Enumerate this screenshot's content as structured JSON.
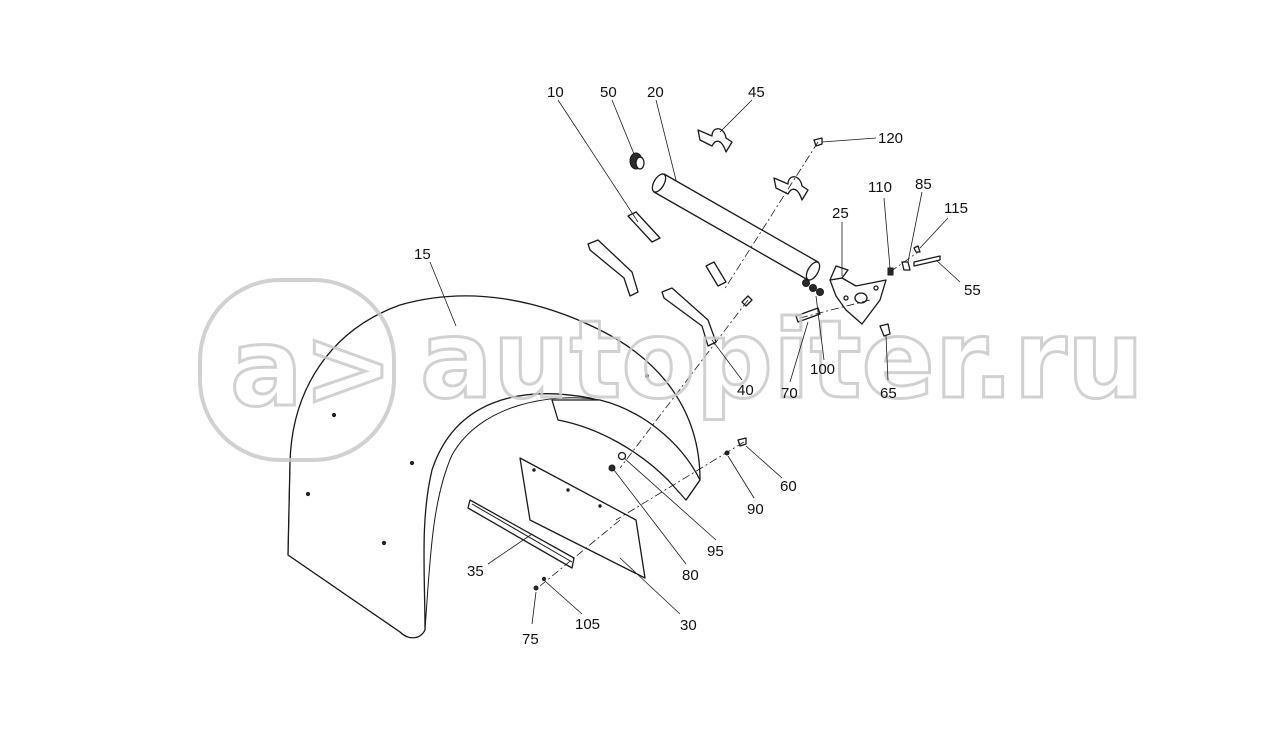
{
  "watermark": {
    "text": "autopiter.ru",
    "logo": "a>"
  },
  "callouts": [
    {
      "id": "c10",
      "label": "10"
    },
    {
      "id": "c50",
      "label": "50"
    },
    {
      "id": "c20",
      "label": "20"
    },
    {
      "id": "c45",
      "label": "45"
    },
    {
      "id": "c120",
      "label": "120"
    },
    {
      "id": "c110",
      "label": "110"
    },
    {
      "id": "c85",
      "label": "85"
    },
    {
      "id": "c115",
      "label": "115"
    },
    {
      "id": "c25",
      "label": "25"
    },
    {
      "id": "c55",
      "label": "55"
    },
    {
      "id": "c15",
      "label": "15"
    },
    {
      "id": "c40",
      "label": "40"
    },
    {
      "id": "c70",
      "label": "70"
    },
    {
      "id": "c100",
      "label": "100"
    },
    {
      "id": "c65",
      "label": "65"
    },
    {
      "id": "c60",
      "label": "60"
    },
    {
      "id": "c90",
      "label": "90"
    },
    {
      "id": "c95",
      "label": "95"
    },
    {
      "id": "c80",
      "label": "80"
    },
    {
      "id": "c35",
      "label": "35"
    },
    {
      "id": "c30",
      "label": "30"
    },
    {
      "id": "c105",
      "label": "105"
    },
    {
      "id": "c75",
      "label": "75"
    }
  ]
}
